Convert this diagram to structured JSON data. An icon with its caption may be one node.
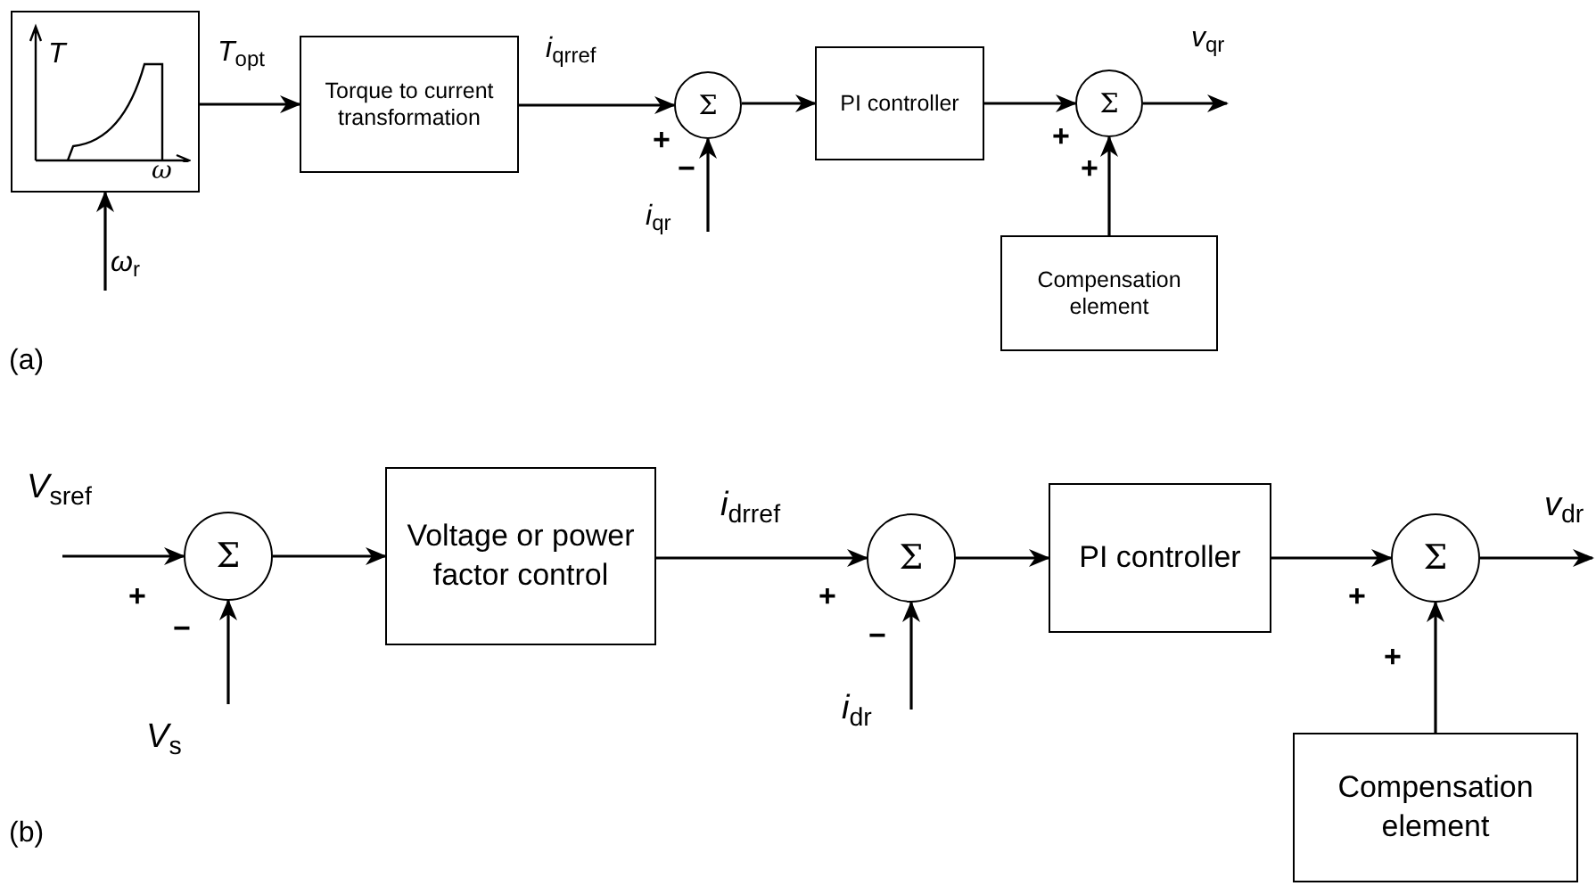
{
  "diagram": {
    "nodes": [
      {
        "text": [
          "T",
          "ω"
        ]
      },
      {
        "text": [
          "Torque to current transformation"
        ]
      },
      {
        "text": [
          "Σ"
        ]
      },
      {
        "text": [
          "PI controller"
        ]
      },
      {
        "text": [
          "Σ"
        ]
      },
      {
        "text": [
          "Compensation element"
        ]
      },
      {
        "text": [
          "Σ"
        ]
      },
      {
        "text": [
          "Voltage or power factor control"
        ]
      },
      {
        "text": [
          "Σ"
        ]
      },
      {
        "text": [
          "PI controller"
        ]
      },
      {
        "text": [
          "Σ"
        ]
      },
      {
        "text": [
          "Compensation element"
        ]
      }
    ],
    "edges": [
      {
        "from": null,
        "to": 0,
        "arrow": "to",
        "label": "*ω*$_{r}$"
      },
      {
        "from": 0,
        "to": 1,
        "arrow": "to",
        "label": "*T*$_{opt}$"
      },
      {
        "from": 1,
        "to": 2,
        "arrow": "to",
        "label": "*i*$_{qr}$$_{ref}$"
      },
      {
        "from": null,
        "to": 2,
        "arrow": "to",
        "label": "*i*$_{qr}$"
      },
      {
        "from": 2,
        "to": 3,
        "arrow": "to"
      },
      {
        "from": 3,
        "to": 4,
        "arrow": "to"
      },
      {
        "from": 4,
        "to": null,
        "arrow": "to",
        "label": "*v*$_{qr}$"
      },
      {
        "from": 5,
        "to": 4,
        "arrow": "to"
      },
      {
        "from": null,
        "to": 6,
        "arrow": "to",
        "label": "*V*$_{s}$$_{ref}$"
      },
      {
        "from": null,
        "to": 6,
        "arrow": "to",
        "label": "*V*$_{s}$"
      },
      {
        "from": 6,
        "to": 7,
        "arrow": "to"
      },
      {
        "from": 7,
        "to": 8,
        "arrow": "to",
        "label": "*i*$_{dr}$$_{ref}$"
      },
      {
        "from": null,
        "to": 8,
        "arrow": "to",
        "label": "*i*$_{dr}$"
      },
      {
        "from": 8,
        "to": 9,
        "arrow": "to"
      },
      {
        "from": 9,
        "to": 10,
        "arrow": "to"
      },
      {
        "from": 10,
        "to": null,
        "arrow": "to",
        "label": "*v*$_{dr}$"
      },
      {
        "from": 11,
        "to": 10,
        "arrow": "to"
      }
    ],
    "labels": [
      "+",
      "−",
      "+",
      "+",
      "(a)",
      "+",
      "−",
      "+",
      "−",
      "+",
      "+",
      "(b)"
    ]
  }
}
